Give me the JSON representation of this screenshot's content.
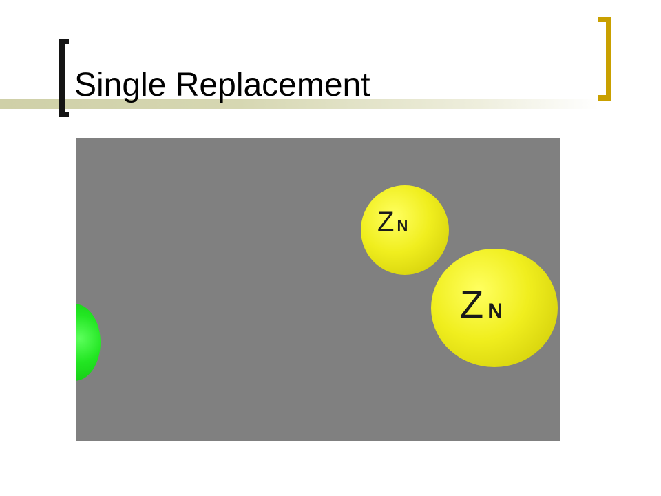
{
  "slide": {
    "title": "Single Replacement"
  },
  "animation": {
    "background_color": "#808080",
    "atoms": [
      {
        "name": "green-atom",
        "color": "#22e622",
        "label": ""
      },
      {
        "name": "zn-atom-small",
        "color": "#f0ee1e",
        "label_main": "Z",
        "label_sub": "N"
      },
      {
        "name": "zn-atom-large",
        "color": "#f0ee1e",
        "label_main": "Z",
        "label_sub": "N"
      }
    ]
  },
  "colors": {
    "left_bracket": "#141414",
    "right_bracket": "#c9a000",
    "title_band": "#cfd0a8"
  }
}
